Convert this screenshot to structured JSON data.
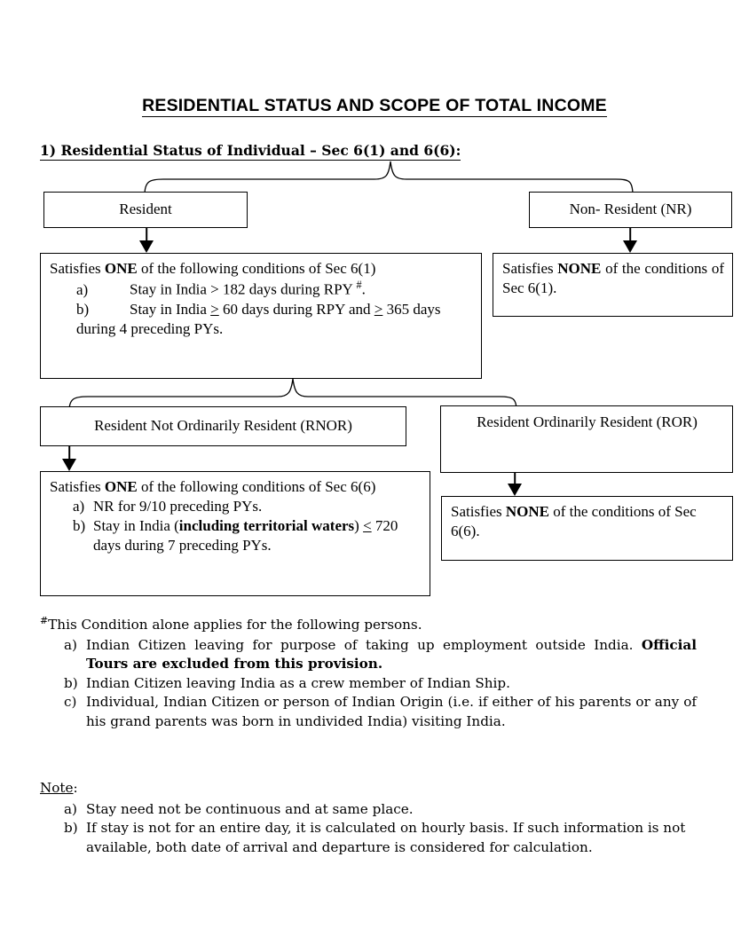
{
  "document": {
    "title": "RESIDENTIAL STATUS AND SCOPE OF TOTAL INCOME",
    "section_heading": "1) Residential Status of Individual – Sec 6(1) and 6(6):"
  },
  "flowchart": {
    "level1": {
      "left_box": "Resident",
      "right_box": "Non- Resident (NR)"
    },
    "level1_detail": {
      "left": {
        "intro_pre": "Satisfies ",
        "intro_bold": "ONE",
        "intro_post": " of the following conditions of Sec 6(1)",
        "item_a_mark": "a)",
        "item_a_text": "Stay in India ≥ 182 days during RPY #.",
        "item_b_mark": "b)",
        "item_b_text": "Stay in India ≥ 60 days during RPY and ≥ 365 days during 4 preceding PYs."
      },
      "right": {
        "pre": "Satisfies ",
        "bold": "NONE",
        "post": " of the conditions of Sec 6(1)."
      }
    },
    "level2": {
      "left_box": "Resident Not Ordinarily Resident (RNOR)",
      "right_box": "Resident Ordinarily Resident (ROR)"
    },
    "level2_detail": {
      "left": {
        "intro_pre": "Satisfies ",
        "intro_bold": "ONE",
        "intro_post": " of the following conditions of Sec 6(6)",
        "item_a_mark": "a)",
        "item_a_text": "NR for 9/10 preceding PYs.",
        "item_b_mark": "b)",
        "item_b_pre": "Stay in India (",
        "item_b_bold": "including territorial waters",
        "item_b_post": ") ≤ 720 days during 7 preceding PYs."
      },
      "right": {
        "pre": "Satisfies ",
        "bold": "NONE",
        "post": " of the conditions of Sec 6(6)."
      }
    }
  },
  "footnote": {
    "marker": "#",
    "heading": "This Condition alone applies for the following persons.",
    "items": [
      {
        "mark": "a)",
        "text_pre": "Indian Citizen leaving for purpose of taking up employment outside India. ",
        "text_bold": "Official Tours are excluded from this provision.",
        "text_post": ""
      },
      {
        "mark": "b)",
        "text_pre": "Indian Citizen leaving India as a crew member of Indian Ship.",
        "text_bold": "",
        "text_post": ""
      },
      {
        "mark": "c)",
        "text_pre": " Individual, Indian Citizen or person of Indian Origin (i.e. if either of his parents or any of his grand parents was born in undivided India) visiting India.",
        "text_bold": "",
        "text_post": ""
      }
    ]
  },
  "note": {
    "label": "Note",
    "label_suffix": ":",
    "items": [
      {
        "mark": "a)",
        "text": "Stay need not be continuous and at same place."
      },
      {
        "mark": "b)",
        "text": "If stay is not for an entire day, it is calculated on hourly basis. If such information is not available, both date of arrival and departure is considered for calculation."
      }
    ]
  },
  "colors": {
    "ink": "#000000",
    "paper": "#ffffff"
  }
}
